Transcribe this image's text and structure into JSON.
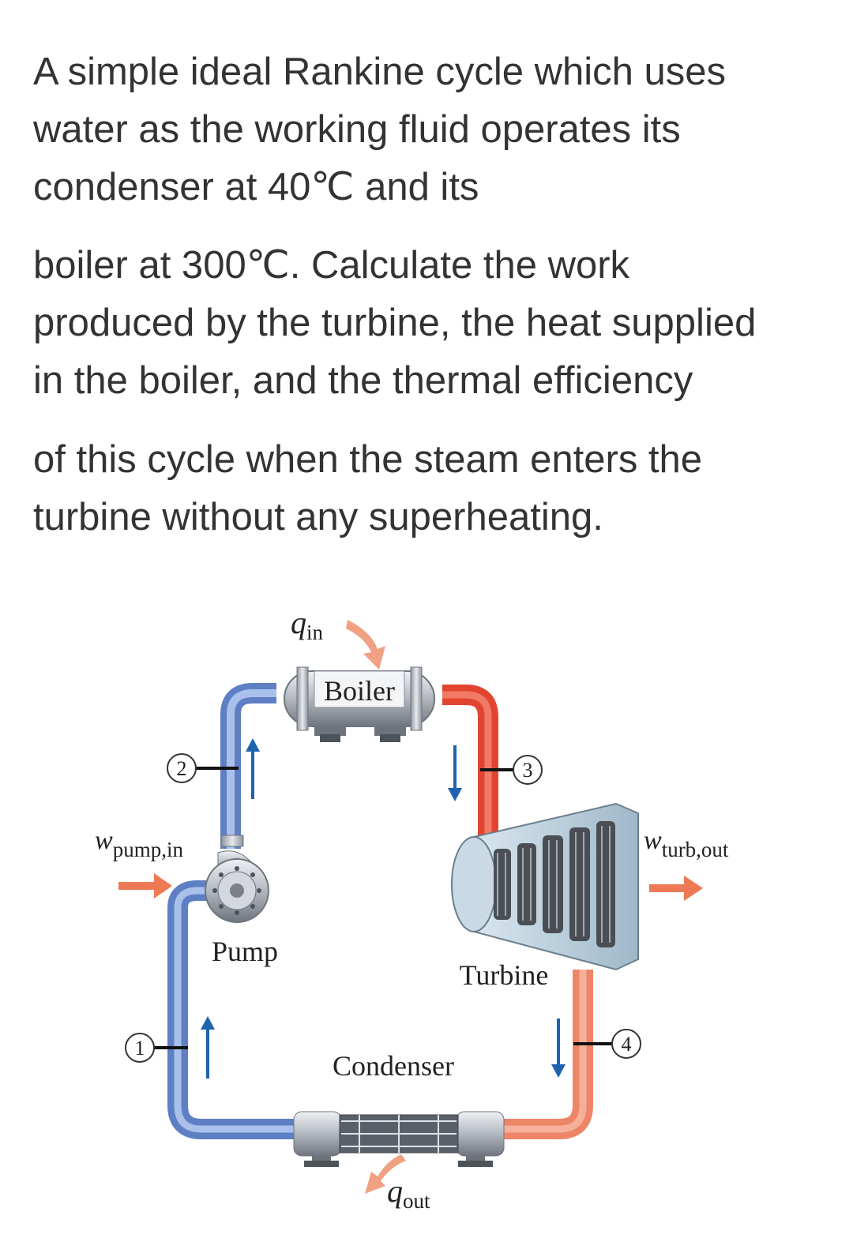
{
  "problem": {
    "line1": "A simple ideal Rankine cycle which uses",
    "line2": "water as the working fluid operates its",
    "line3": "condenser at 40℃ and its",
    "line4": "boiler at 300℃. Calculate the work",
    "line5": "produced by the turbine, the heat supplied",
    "line6": "in the boiler, and the thermal efficiency",
    "line7": "of this cycle when the steam enters the",
    "line8": "turbine without any superheating."
  },
  "diagram": {
    "boiler_label": "Boiler",
    "pump_label": "Pump",
    "turbine_label": "Turbine",
    "condenser_label": "Condenser",
    "q_in": {
      "base": "q",
      "sub": "in"
    },
    "q_out": {
      "base": "q",
      "sub": "out"
    },
    "w_pump_in": {
      "base": "w",
      "sub": "pump,in"
    },
    "w_turb_out": {
      "base": "w",
      "sub": "turb,out"
    },
    "states": [
      "1",
      "2",
      "3",
      "4"
    ],
    "colors": {
      "cold_pipe": "#6f8fd0",
      "hot_pipe": "#e2452f",
      "warm_pipe": "#ef8a6a",
      "heat_arrow": "#ee7a55",
      "flow_arrow": "#1e63b0"
    }
  }
}
